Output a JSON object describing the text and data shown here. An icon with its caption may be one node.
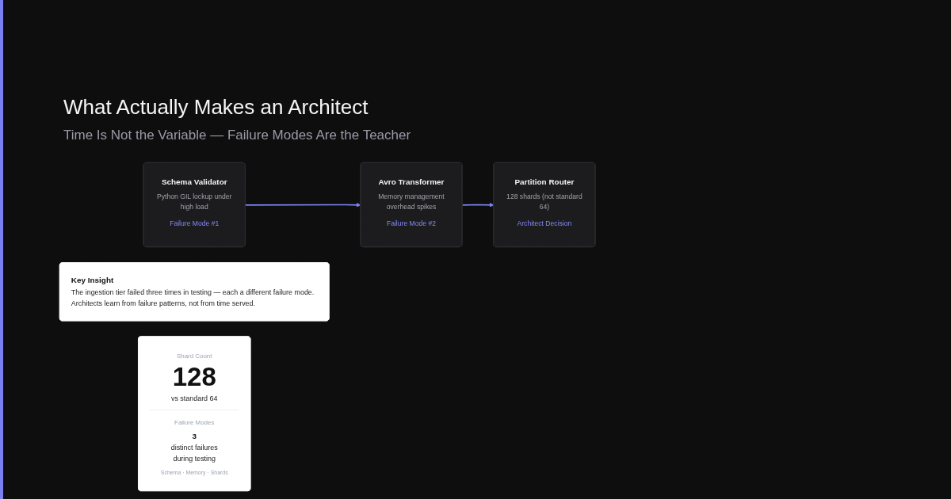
{
  "diagram": {
    "title": "What Actually Makes an Architect",
    "nodes": [
      {
        "text": [
          "Schema Validator",
          "Python GIL lockup under high load",
          "Failure Mode #1"
        ]
      },
      {
        "text": [
          "Avro Transformer",
          "Memory management overhead spikes",
          "Failure Mode #2"
        ]
      },
      {
        "text": [
          "Partition Router",
          "128 shards (not standard 64)",
          "Architect Decision"
        ]
      },
      {
        "text": [
          "Key Insight",
          "The ingestion tier failed three times in testing — each a different failure mode. Architects learn from failure patterns, not from time served."
        ]
      },
      {
        "text": [
          "Shard Count",
          "128",
          "vs standard 64",
          "Failure Modes",
          "3",
          "distinct failures during testing",
          "Schema · Memory · Shards"
        ]
      }
    ],
    "edges": [
      {
        "from": 0,
        "to": 1,
        "arrow": "to"
      },
      {
        "from": 1,
        "to": 2,
        "arrow": "to"
      }
    ],
    "labels": [
      "Time Is Not the Variable — Failure Modes Are the Teacher"
    ]
  }
}
